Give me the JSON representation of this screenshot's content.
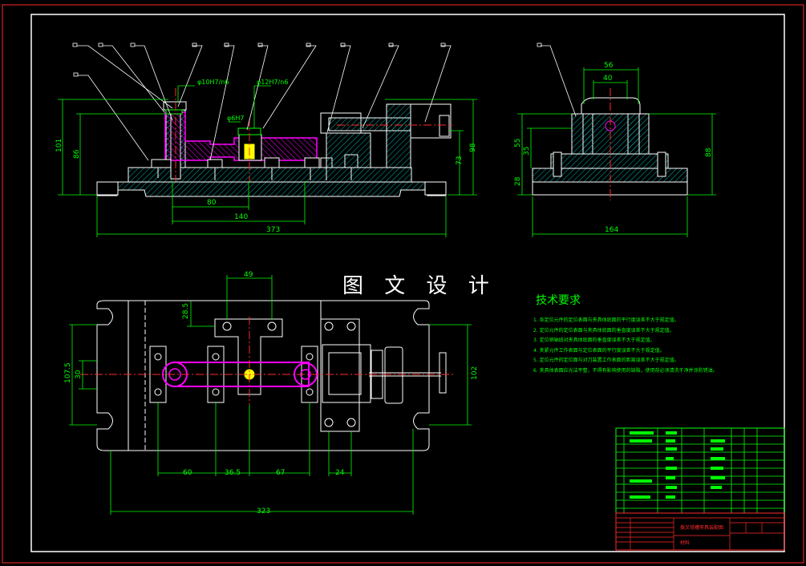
{
  "watermark": "图 文 设 计",
  "requirements": {
    "title": "技术要求",
    "items": [
      "1. 各定位元件的定位表面与夹具体底面的平行度误差不大于规定值。",
      "2. 定位元件的定位表面与夹具体底面的垂直度误差不大于规定值。",
      "3. 定位销轴线对夹具体底面的垂直度误差不大于规定值。",
      "4. 夹紧元件工作表面与定位表面的平行度误差不大于规定值。",
      "5. 定位元件的定位面与对刀装置工作表面的距离误差不大于规定值。",
      "6. 夹具体表面应光洁平整，不得有影响使用的缺陷，使用前必须清洗干净并涂防锈油。"
    ]
  },
  "dimensions": {
    "front": {
      "d1": "φ10H7/n6",
      "d2": "φ12H7/n6",
      "d3": "φ6H7",
      "h101": "101",
      "h86": "86",
      "h73": "73",
      "h98": "98",
      "w80": "80",
      "w140": "140",
      "w373": "373"
    },
    "side": {
      "w56": "56",
      "w40": "40",
      "h55": "55",
      "h35": "35",
      "h28": "28",
      "h88": "88",
      "w164": "164"
    },
    "top": {
      "w49": "49",
      "v28": "28.5",
      "v107": "107.5",
      "v30": "30",
      "v102": "102",
      "w60": "60",
      "w36": "36.5",
      "w67": "67",
      "w24": "24",
      "w323": "323"
    }
  },
  "title_block": {
    "name": "拨叉铣槽夹具装配图",
    "material": "材料"
  },
  "colors": {
    "frame": "#ffffff",
    "outline": "#ffffff",
    "dimension": "#00ff00",
    "part": "#ff00ff",
    "hatch": "#00c8c8",
    "centerline": "#ff2a2a",
    "leader": "#ffffff",
    "table": "#00ff00",
    "table_red": "#ff2a2a"
  }
}
